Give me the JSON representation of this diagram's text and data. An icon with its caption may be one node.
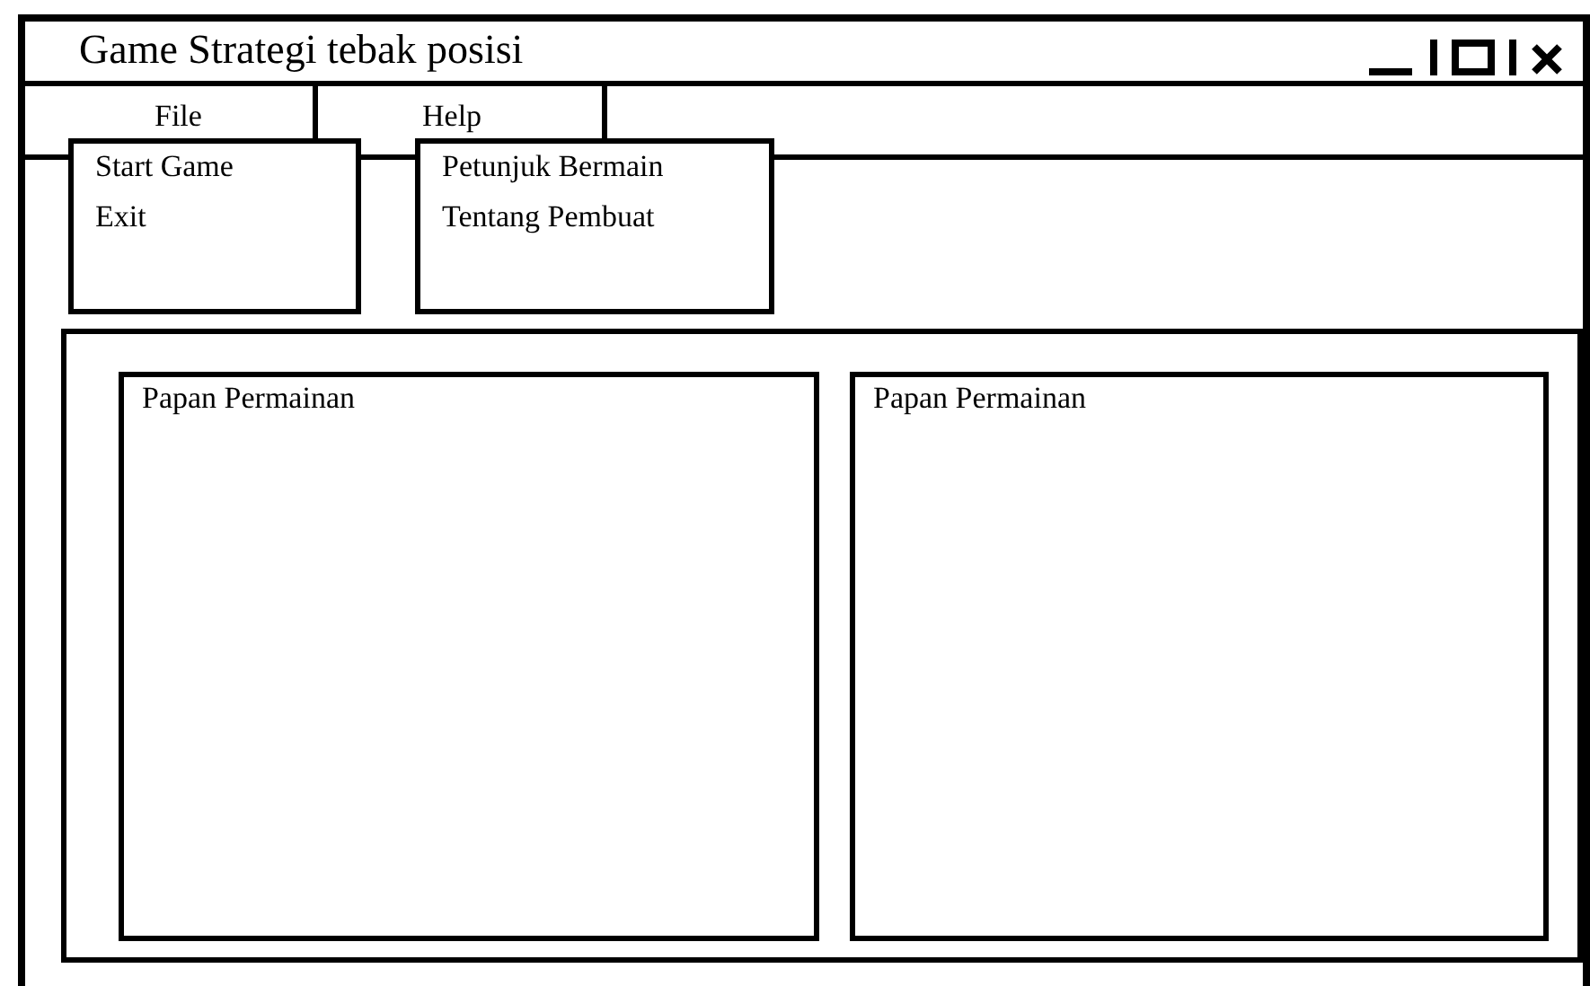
{
  "diagram": {
    "nodes": [
      {
        "text": [
          "Game Strategi tebak posisi"
        ]
      },
      {
        "text": [
          "File"
        ],
        "in": 0
      },
      {
        "text": [
          "Help"
        ],
        "in": 0
      },
      {
        "text": [
          "Start Game",
          "Exit"
        ],
        "in": 0
      },
      {
        "text": [
          "Petunjuk Bermain",
          "Tentang Pembuat"
        ],
        "in": 0
      },
      {
        "text": [],
        "shape": "box",
        "in": 0
      },
      {
        "text": [
          "Papan Permainan"
        ],
        "in": 5
      },
      {
        "text": [
          "Papan Permainan"
        ],
        "in": 5
      }
    ]
  }
}
